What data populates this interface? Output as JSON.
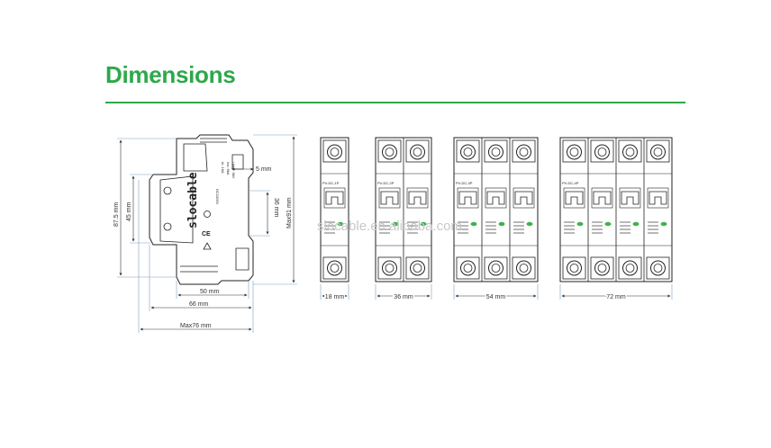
{
  "header": {
    "title": "Dimensions",
    "accent_color": "#2da84a"
  },
  "side_view": {
    "brand": "slocable",
    "label_lines": [
      "DC1000V",
      "In: 16A",
      "Icu: 6kA",
      "Uimp: 6kV"
    ],
    "dims": {
      "height_total": "87.5 mm",
      "height_inner": "45 mm",
      "right_top": "5 mm",
      "right_middle": "36 mm",
      "right_total": "Max91 mm",
      "width_50": "50 mm",
      "width_66": "66 mm",
      "width_max": "Max76 mm"
    }
  },
  "front_views": [
    {
      "poles": 1,
      "width_label": "18 mm",
      "model": "PV-DC-1P"
    },
    {
      "poles": 2,
      "width_label": "36 mm",
      "model": "PV-DC-2P"
    },
    {
      "poles": 3,
      "width_label": "54 mm",
      "model": "PV-DC-3P"
    },
    {
      "poles": 4,
      "width_label": "72 mm",
      "model": "PV-DC-4P"
    }
  ],
  "watermark": "slocable.en.alibaba.com",
  "icons": [
    "ce-mark-icon",
    "cb-mark-icon",
    "warning-icon",
    "terminal-screw-icon"
  ]
}
